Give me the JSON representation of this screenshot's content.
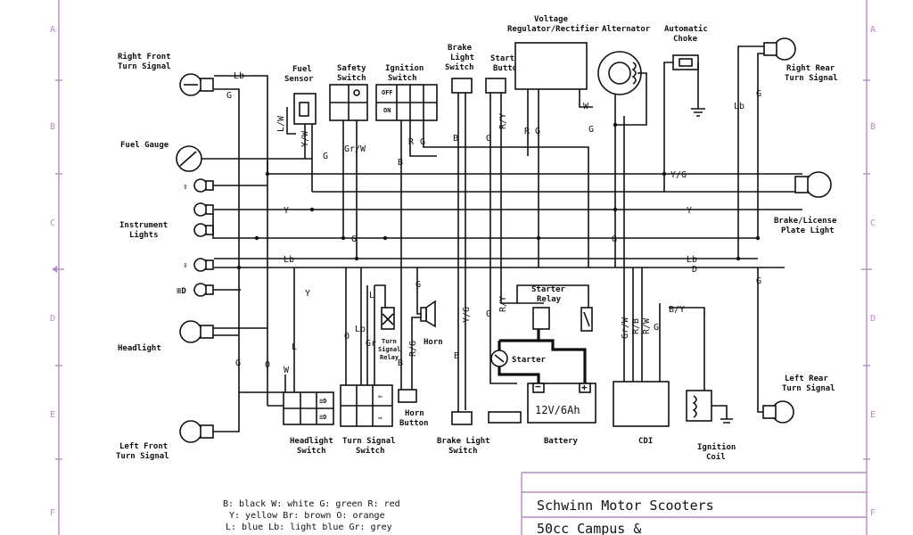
{
  "border": {
    "row_markers": [
      "A",
      "B",
      "C",
      "D",
      "E",
      "F"
    ]
  },
  "components": {
    "right_front_turn": "Right Front",
    "right_front_turn_2": "Turn Signal",
    "fuel_sensor": "Fuel",
    "fuel_sensor_2": "Sensor",
    "safety_switch": "Safety",
    "safety_switch_2": "Switch",
    "ignition_switch": "Ignition",
    "ignition_switch_2": "Switch",
    "brake_light_switch_top": "Brake",
    "brake_light_switch_top_2": "Light",
    "brake_light_switch_top_3": "Switch",
    "starter_button": "Starter",
    "starter_button_2": "Button",
    "voltage_regulator": "Voltage",
    "voltage_regulator_2": "Regulator/Rectifier",
    "alternator": "Alternator",
    "auto_choke": "Automatic",
    "auto_choke_2": "Choke",
    "right_rear_turn": "Right Rear",
    "right_rear_turn_2": "Turn Signal",
    "fuel_gauge": "Fuel Gauge",
    "instrument_lights": "Instrument",
    "instrument_lights_2": "Lights",
    "brake_license": "Brake/License",
    "brake_license_2": "Plate Light",
    "starter_relay": "Starter",
    "starter_relay_2": "Relay",
    "turn_signal_relay": "Turn",
    "turn_signal_relay_2": "Signal",
    "turn_signal_relay_3": "Relay",
    "horn": "Horn",
    "starter": "Starter",
    "headlight": "Headlight",
    "left_rear_turn": "Left Rear",
    "left_rear_turn_2": "Turn Signal",
    "horn_button": "Horn",
    "horn_button_2": "Button",
    "left_front_turn": "Left Front",
    "left_front_turn_2": "Turn Signal",
    "headlight_switch": "Headlight",
    "headlight_switch_2": "Switch",
    "turn_signal_switch": "Turn Signal",
    "turn_signal_switch_2": "Switch",
    "brake_light_switch_bottom": "Brake Light",
    "brake_light_switch_bottom_2": "Switch",
    "battery": "Battery",
    "battery_rating": "12V/6Ah",
    "cdi": "CDI",
    "ignition_coil": "Ignition",
    "ignition_coil_2": "Coil",
    "ign_off": "OFF",
    "ign_on": "ON"
  },
  "wire_labels": {
    "lb_top": "Lb",
    "g_rf": "G",
    "l_w": "L/W",
    "y_w": "Y/W",
    "g_fs": "G",
    "gr_w": "Gr/W",
    "r_ign": "R",
    "g_ign": "G",
    "b_ign": "B",
    "b_brk": "B",
    "g_st": "G",
    "r_y_st": "R/Y",
    "r_reg": "R",
    "g_reg": "G",
    "w_reg": "W",
    "g_alt": "G",
    "lb_rr": "Lb",
    "g_rr": "G",
    "y_g_main": "Y/G",
    "y_main": "Y",
    "y_right": "Y",
    "g_main": "G",
    "g_mid": "G",
    "lb_main": "Lb",
    "lb_right": "Lb",
    "d_right": "D",
    "g_lr": "G",
    "y_head": "Y",
    "g_hl": "G",
    "o_hl": "O",
    "l_hl": "L",
    "w_hl": "W",
    "lb_ts": "Lb",
    "o_ts": "O",
    "gr_ts": "Gr",
    "l_ts": "L",
    "g_horn": "G",
    "r_g_horn": "R/G",
    "b_horn": "B",
    "y_g_brk": "Y/G",
    "b_brk2": "B",
    "g_rel": "G",
    "r_y_rel": "R/Y",
    "gr_w_cdi": "Gr/W",
    "r_b_cdi": "R/B",
    "r_w_cdi": "R/W",
    "g_cdi": "G",
    "b_y_cdi": "B/Y",
    "g_mid2": "G",
    "plus": "+",
    "minus": "−"
  },
  "legend": {
    "line1": "B: black  W: white  G: green  R: red",
    "line2": "Y: yellow  Br: brown  O: orange",
    "line3": "L: blue  Lb: light blue  Gr: grey"
  },
  "title_block": {
    "company": "Schwinn Motor Scooters",
    "model": "50cc Campus &"
  },
  "colors": {
    "border": "#b58ac6",
    "ink": "#111111"
  }
}
